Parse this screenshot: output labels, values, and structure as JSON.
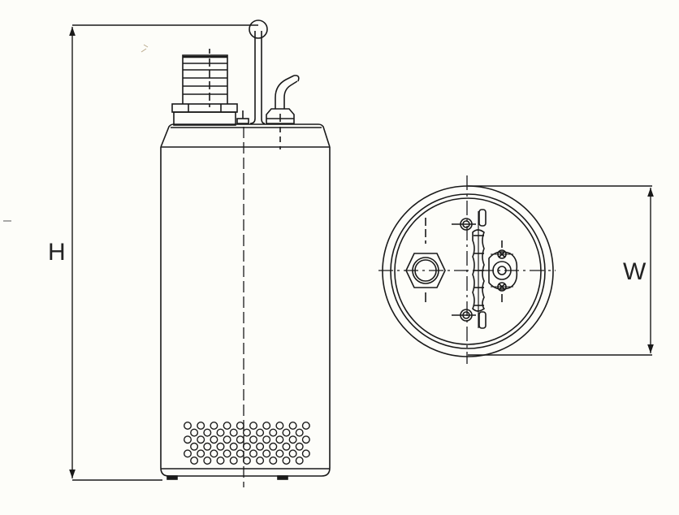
{
  "diagram": {
    "title": "Submersible pump dimension drawing",
    "views": [
      {
        "name": "side-view",
        "description": "Elevation of pump with hose tail discharge, lifting handle, cable entry and strainer holes"
      },
      {
        "name": "top-view",
        "description": "Plan view showing discharge outlet, handle and cable gland"
      }
    ],
    "dimensions": {
      "height_label": "H",
      "width_label": "W"
    },
    "strainer": {
      "rows": 6,
      "holes_long_row": 10,
      "holes_short_row": 9
    },
    "colors": {
      "line": "#1a1a1a",
      "background": "#fdfdf9"
    }
  }
}
